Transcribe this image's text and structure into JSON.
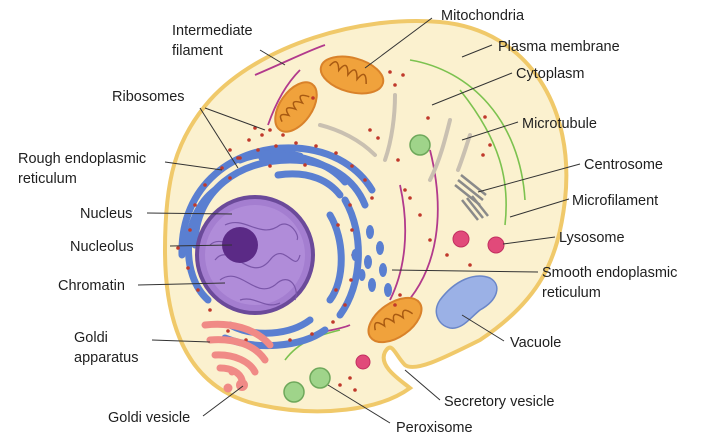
{
  "labels": {
    "intermediate_filament": [
      "Intermediate",
      "filament"
    ],
    "mitochondria": "Mitochondria",
    "plasma_membrane": "Plasma membrane",
    "cytoplasm": "Cytoplasm",
    "ribosomes": "Ribosomes",
    "microtubule": "Microtubule",
    "rough_er": [
      "Rough endoplasmic",
      "reticulum"
    ],
    "centrosome": "Centrosome",
    "microfilament": "Microfilament",
    "nucleus": "Nucleus",
    "lysosome": "Lysosome",
    "nucleolus": "Nucleolus",
    "smooth_er": [
      "Smooth endoplasmic",
      "reticulum"
    ],
    "chromatin": "Chromatin",
    "goldi_apparatus": [
      "Goldi",
      "apparatus"
    ],
    "vacuole": "Vacuole",
    "secretory_vesicle": "Secretory vesicle",
    "goldi_vesicle": "Goldi vesicle",
    "peroxisome": "Peroxisome"
  },
  "colors": {
    "cell_fill": "#fbf1cf",
    "cell_border": "#f0c96a",
    "nucleus": "#9b6cc4",
    "nucleolus": "#5b2a86",
    "er": "#5a7fd1",
    "ribosome": "#c0392b",
    "mitochondria": "#f0a23c",
    "golgi": "#f08a86",
    "lysosome": "#e14a7a",
    "peroxisome": "#9fd48a",
    "vacuole": "#9bb1e6",
    "filament": "#b23a8c",
    "microtubule": "#c9c0b1"
  }
}
